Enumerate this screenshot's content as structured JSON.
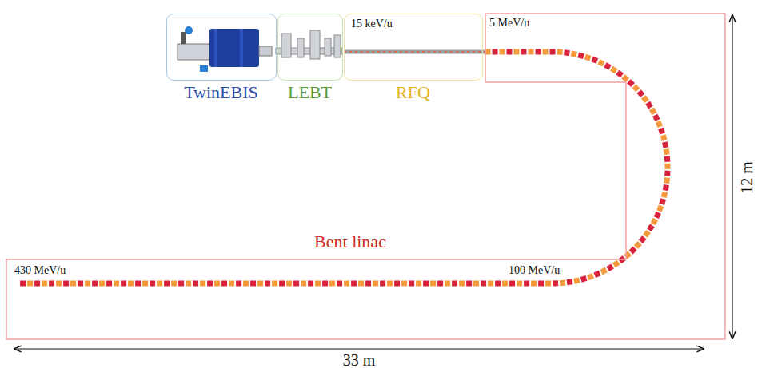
{
  "diagram": {
    "nodes": [
      {
        "text": [
          "TwinEBIS"
        ]
      },
      {
        "text": [
          "LEBT"
        ]
      },
      {
        "text": [
          "15 keV/u",
          "RFQ"
        ]
      },
      {
        "text": [
          "5 MeV/u",
          "Bent linac",
          "100 MeV/u",
          "430 MeV/u"
        ]
      }
    ],
    "labels": [
      "12 m",
      "33 m"
    ]
  }
}
